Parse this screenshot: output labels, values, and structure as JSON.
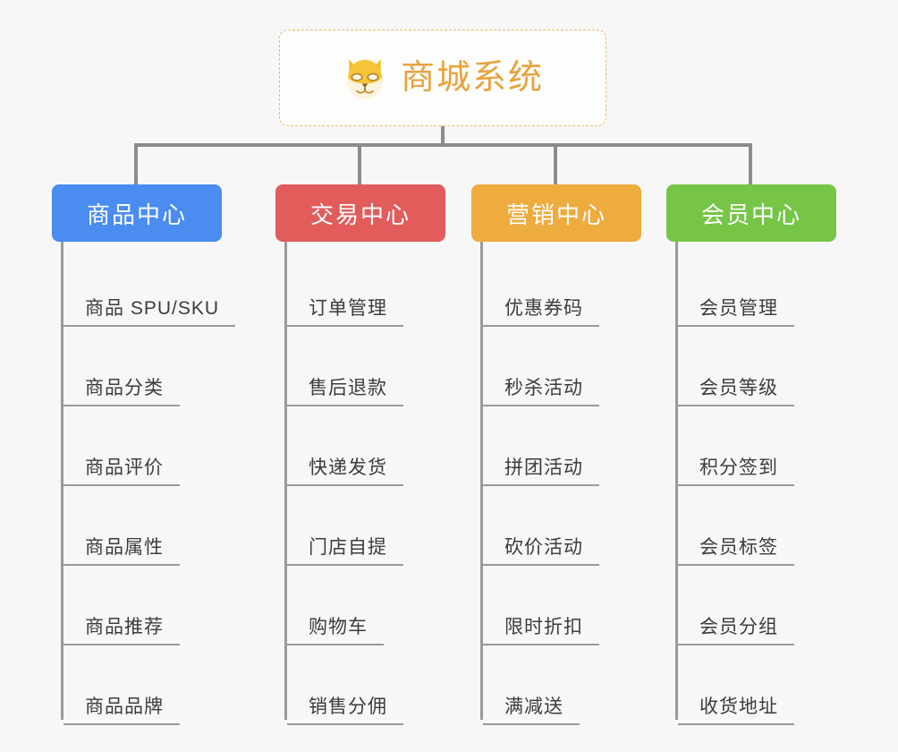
{
  "background_color": "#f7f7f7",
  "root": {
    "title": "商城系统",
    "icon": "shiba-dog-icon",
    "title_color": "#e8a33d",
    "border_color": "#e9b964"
  },
  "connector_color": "#8c8c8c",
  "columns": [
    {
      "label": "商品中心",
      "color": "#4a8cf0",
      "items": [
        "商品 SPU/SKU",
        "商品分类",
        "商品评价",
        "商品属性",
        "商品推荐",
        "商品品牌"
      ]
    },
    {
      "label": "交易中心",
      "color": "#e25c5c",
      "items": [
        "订单管理",
        "售后退款",
        "快递发货",
        "门店自提",
        "购物车",
        "销售分佣"
      ]
    },
    {
      "label": "营销中心",
      "color": "#eeab3e",
      "items": [
        "优惠券码",
        "秒杀活动",
        "拼团活动",
        "砍价活动",
        "限时折扣",
        "满减送"
      ]
    },
    {
      "label": "会员中心",
      "color": "#76c547",
      "items": [
        "会员管理",
        "会员等级",
        "积分签到",
        "会员标签",
        "会员分组",
        "收货地址"
      ]
    }
  ]
}
